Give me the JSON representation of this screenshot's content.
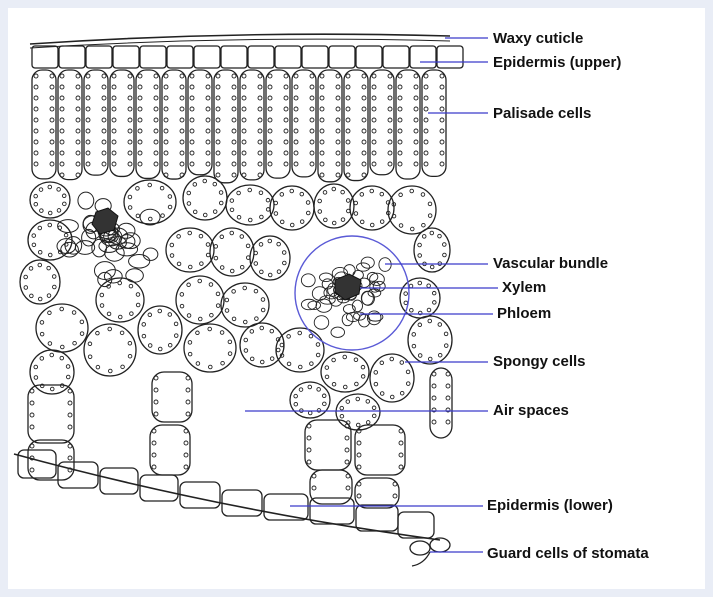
{
  "labels": {
    "waxy_cuticle": "Waxy cuticle",
    "epidermis_upper": "Epidermis (upper)",
    "palisade_cells": "Palisade cells",
    "vascular_bundle": "Vascular bundle",
    "xylem": "Xylem",
    "phloem": "Phloem",
    "spongy_cells": "Spongy cells",
    "air_spaces": "Air spaces",
    "epidermis_lower": "Epidermis (lower)",
    "guard_cells": "Guard cells of stomata"
  },
  "colors": {
    "leader_line": "#3b3bc9",
    "vascular_circle": "#5a5ad6",
    "cell_outline": "#222222",
    "label_text": "#111111"
  }
}
